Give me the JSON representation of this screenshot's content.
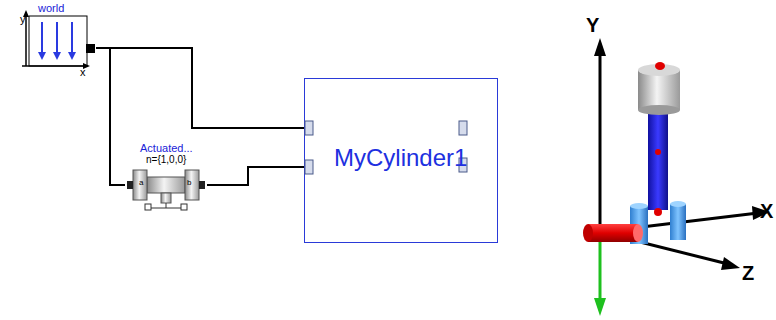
{
  "diagram": {
    "nodes": [
      {
        "text": [
          "world",
          "y",
          "x"
        ]
      },
      {
        "text": [
          "Actuated...",
          "n={1,0,0}",
          "a",
          "b"
        ]
      },
      {
        "text": [
          "MyCylinder1"
        ]
      }
    ],
    "edges": [
      {
        "from": 0,
        "to": 2,
        "arrow": "none"
      },
      {
        "from": 0,
        "to": 1,
        "arrow": "none"
      },
      {
        "from": 1,
        "to": 2,
        "arrow": "none"
      }
    ],
    "labels": [
      "Y",
      "X",
      "Z"
    ]
  }
}
